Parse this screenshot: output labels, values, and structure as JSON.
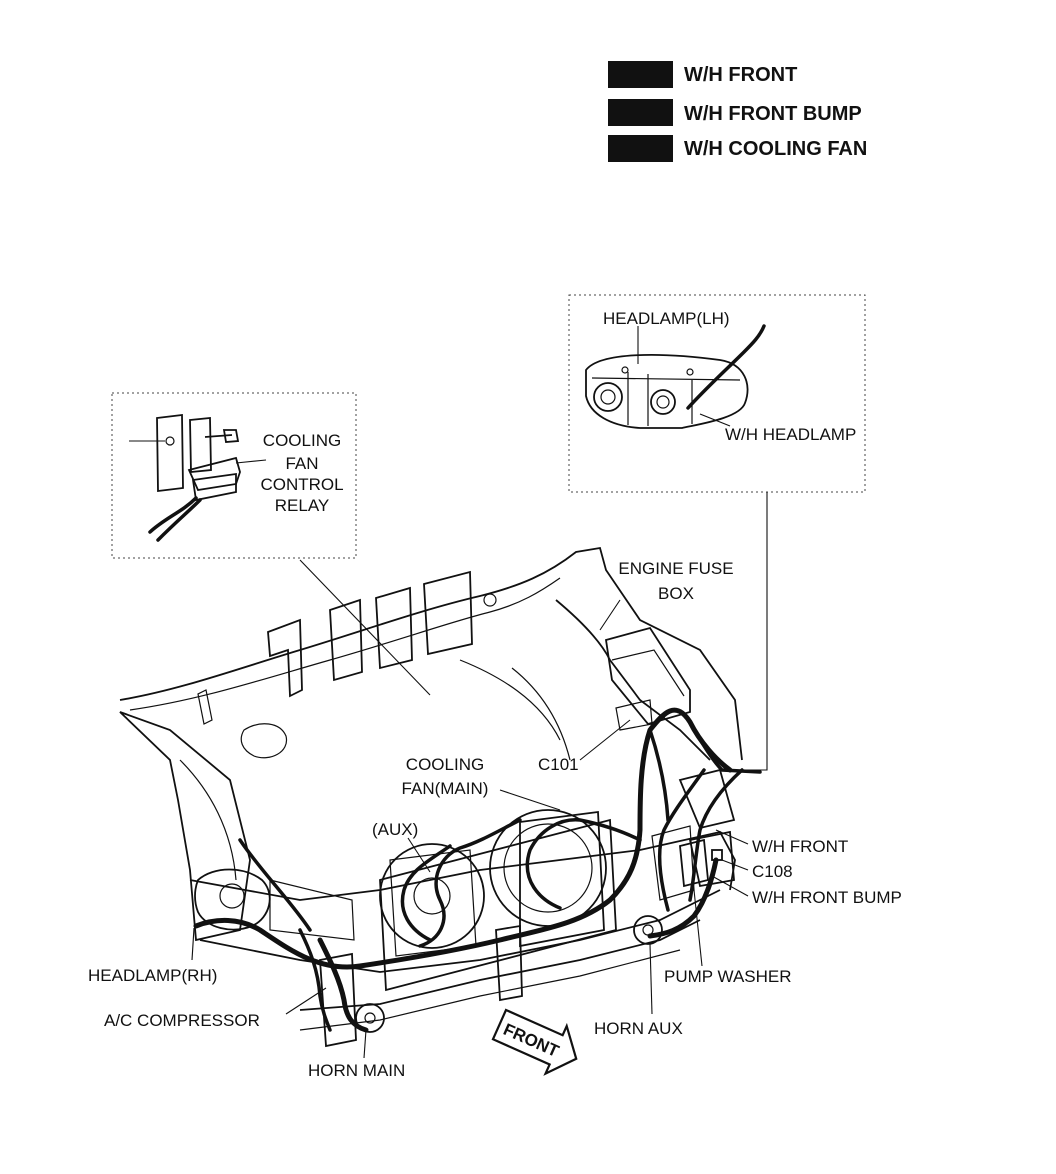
{
  "legend": {
    "items": [
      {
        "label": "W/H FRONT",
        "color": "#111111"
      },
      {
        "label": "W/H FRONT BUMP",
        "color": "#111111"
      },
      {
        "label": "W/H COOLING FAN",
        "color": "#111111"
      }
    ]
  },
  "inset_relay": {
    "label_lines": [
      "COOLING",
      "FAN",
      "CONTROL",
      "RELAY"
    ]
  },
  "inset_headlamp": {
    "top_label": "HEADLAMP(LH)",
    "wire_label": "W/H HEADLAMP"
  },
  "callouts": {
    "engine_fuse_box_1": "ENGINE FUSE",
    "engine_fuse_box_2": "BOX",
    "cooling_fan_main_1": "COOLING",
    "cooling_fan_main_2": "FAN(MAIN)",
    "c101": "C101",
    "aux": "(AUX)",
    "wh_front": "W/H FRONT",
    "c108": "C108",
    "wh_front_bump": "W/H FRONT BUMP",
    "headlamp_rh": "HEADLAMP(RH)",
    "ac_compressor": "A/C COMPRESSOR",
    "horn_main": "HORN MAIN",
    "pump_washer": "PUMP WASHER",
    "horn_aux": "HORN AUX",
    "front_arrow": "FRONT"
  }
}
